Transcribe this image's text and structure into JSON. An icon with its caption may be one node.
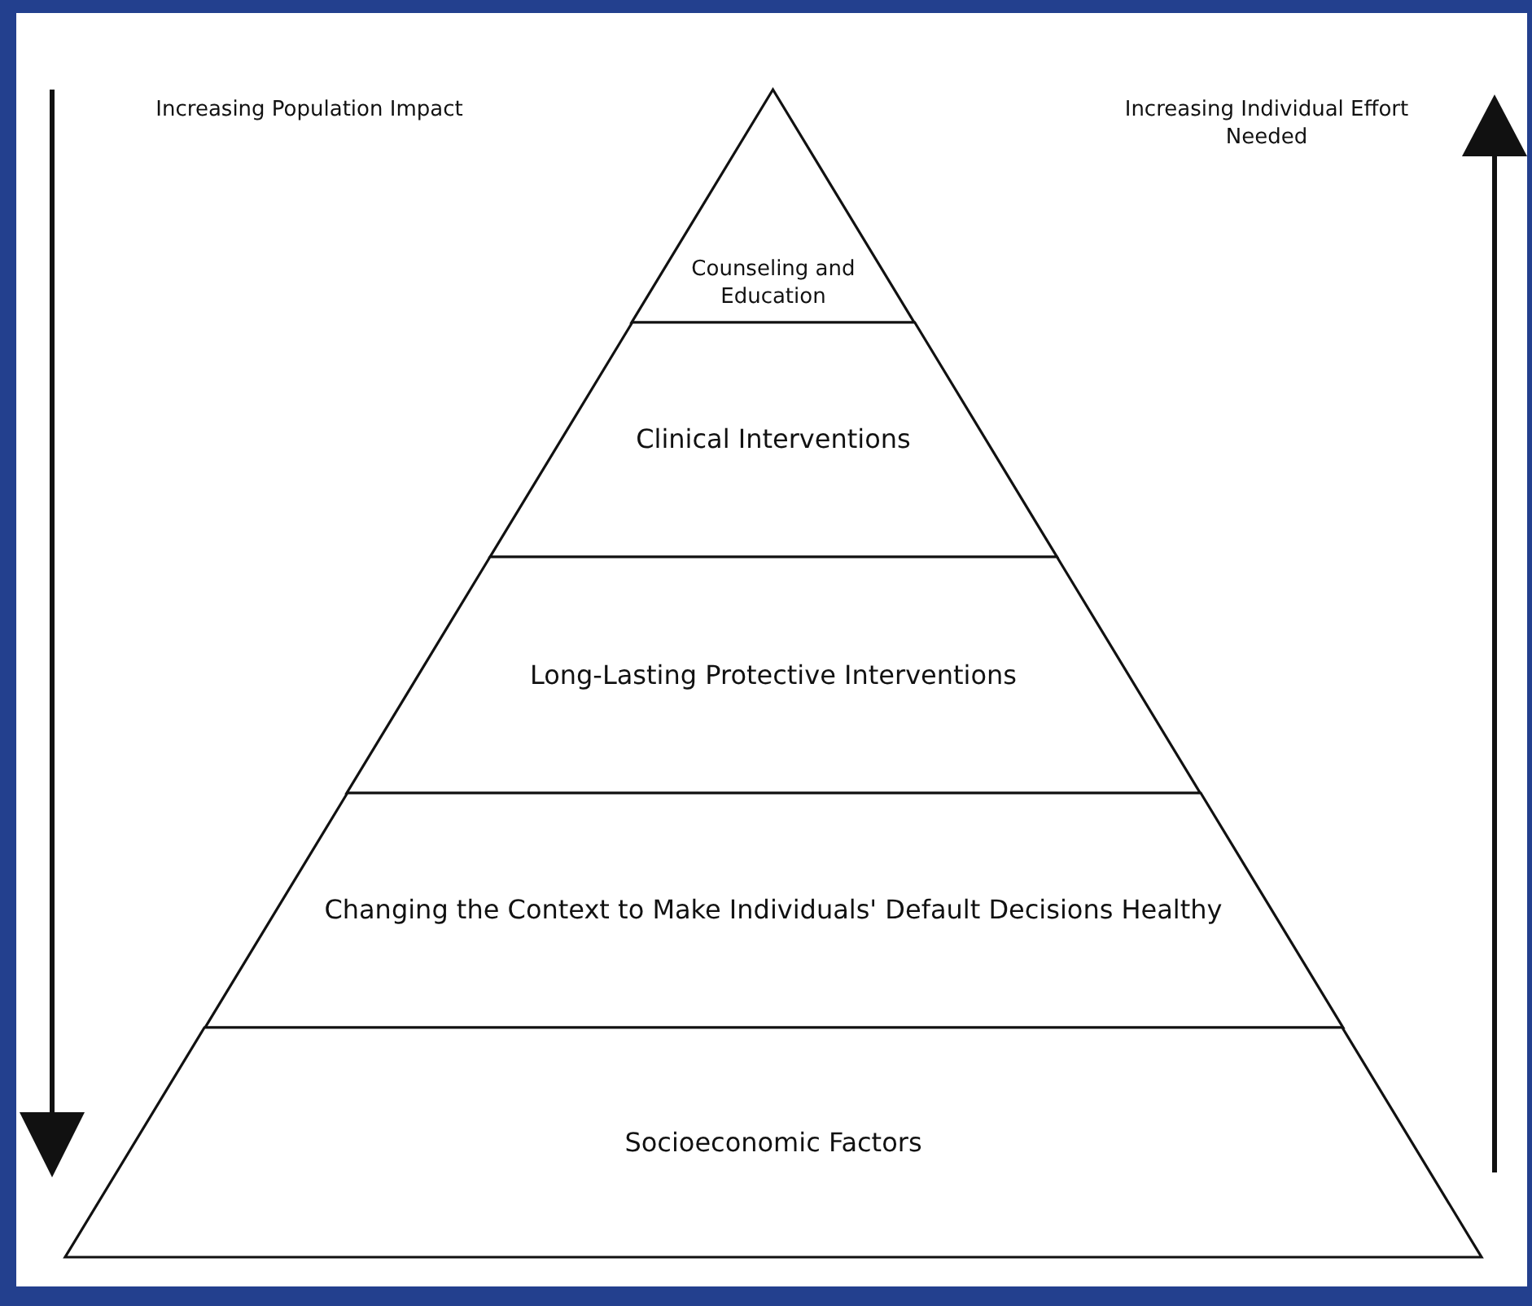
{
  "diagram": {
    "nodes": [
      {
        "text": [
          "Counseling and Education"
        ]
      },
      {
        "text": [
          "Clinical Interventions"
        ]
      },
      {
        "text": [
          "Long-Lasting Protective Interventions"
        ]
      },
      {
        "text": [
          "Changing the Context to Make Individuals' Default Decisions Healthy"
        ]
      },
      {
        "text": [
          "Socioeconomic Factors"
        ]
      }
    ],
    "labels": [
      "Increasing Population Impact",
      "Increasing Individual Effort Needed"
    ]
  }
}
